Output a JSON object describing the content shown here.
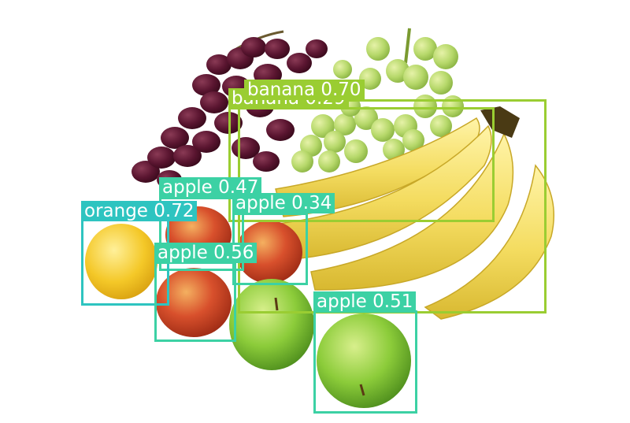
{
  "colors": {
    "banana": "#9ACD32",
    "apple": "#3CD1A4",
    "orange": "#2EC4C0",
    "label_text": "#FFFFFF",
    "background": "#FFFFFF"
  },
  "detections": [
    {
      "id": "det-banana-070",
      "label": "banana 0.70",
      "class": "banana",
      "confidence": 0.7
    },
    {
      "id": "det-banana-029",
      "label": "banana 0.29",
      "class": "banana",
      "confidence": 0.29
    },
    {
      "id": "det-apple-047",
      "label": "apple 0.47",
      "class": "apple",
      "confidence": 0.47
    },
    {
      "id": "det-orange-072",
      "label": "orange 0.72",
      "class": "orange",
      "confidence": 0.72
    },
    {
      "id": "det-apple-034",
      "label": "apple 0.34",
      "class": "apple",
      "confidence": 0.34
    },
    {
      "id": "det-apple-056",
      "label": "apple 0.56",
      "class": "apple",
      "confidence": 0.56
    },
    {
      "id": "det-apple-051",
      "label": "apple 0.51",
      "class": "apple",
      "confidence": 0.51
    }
  ]
}
